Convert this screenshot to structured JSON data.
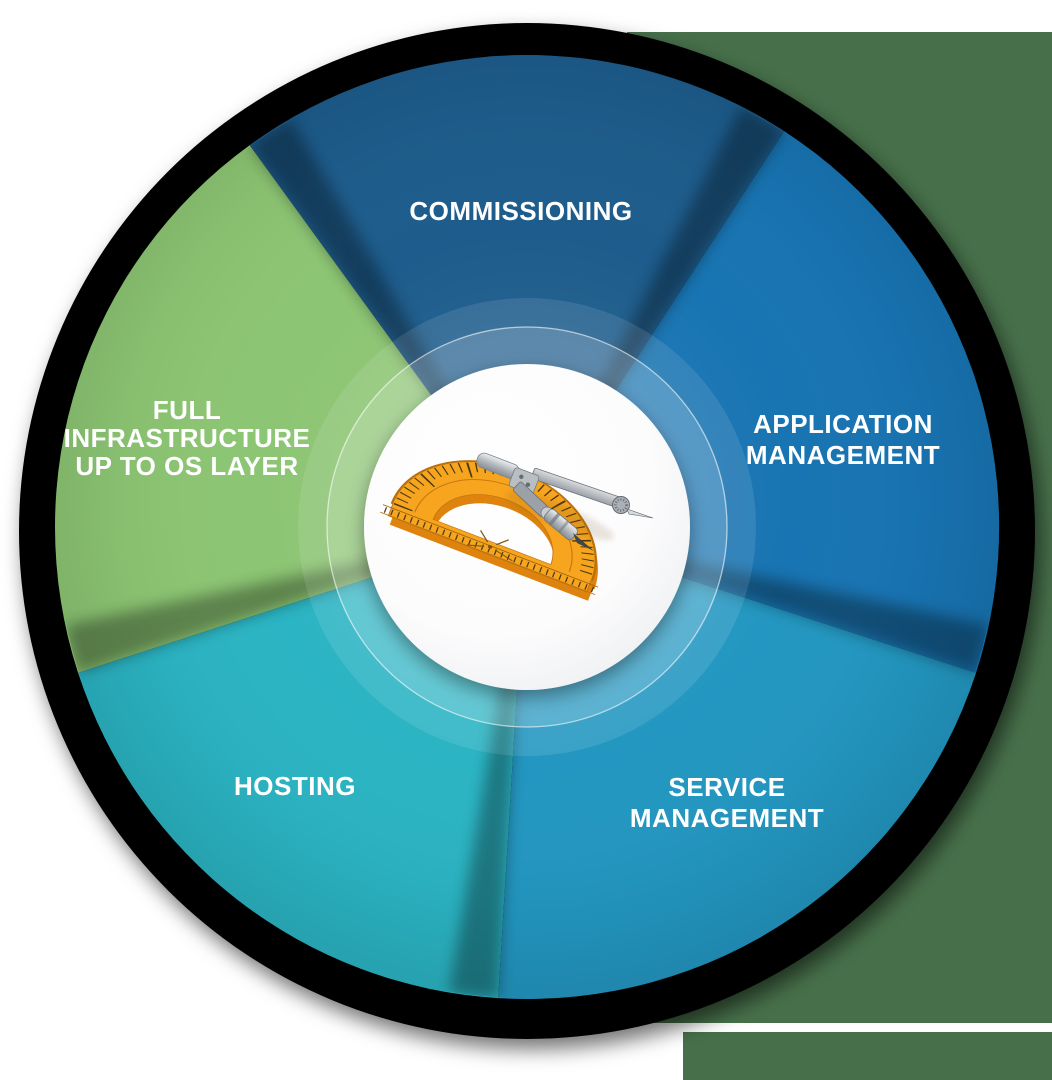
{
  "page": {
    "background_color": "#FFFFFF",
    "side_panel": {
      "color": "#47704A",
      "stripe_color": "#FFFFFF"
    }
  },
  "diagram": {
    "type": "segmented-wheel",
    "ring_color": "#060606",
    "label_color": "#FFFFFF",
    "hub_color": "#FFFFFF",
    "segments": [
      {
        "id": "commissioning",
        "color": "#1D5C8C",
        "lines": [
          "COMMISSIONING"
        ]
      },
      {
        "id": "application-management",
        "color": "#1874B2",
        "lines": [
          "APPLICATION",
          "MANAGEMENT"
        ]
      },
      {
        "id": "service-management",
        "color": "#2397C1",
        "lines": [
          "SERVICE",
          "MANAGEMENT"
        ]
      },
      {
        "id": "hosting",
        "color": "#2BB4C3",
        "lines": [
          "HOSTING"
        ]
      },
      {
        "id": "full-infrastructure",
        "color": "#8CC573",
        "lines": [
          "FULL",
          "INFRASTRUCTURE",
          "UP TO OS LAYER"
        ]
      }
    ],
    "center_icon": {
      "name": "protractor-and-compass",
      "protractor_color": "#F7A41F",
      "protractor_side_color": "#DD830E",
      "tick_color": "#4A3A10",
      "compass_color": "#B9BEC3"
    }
  }
}
